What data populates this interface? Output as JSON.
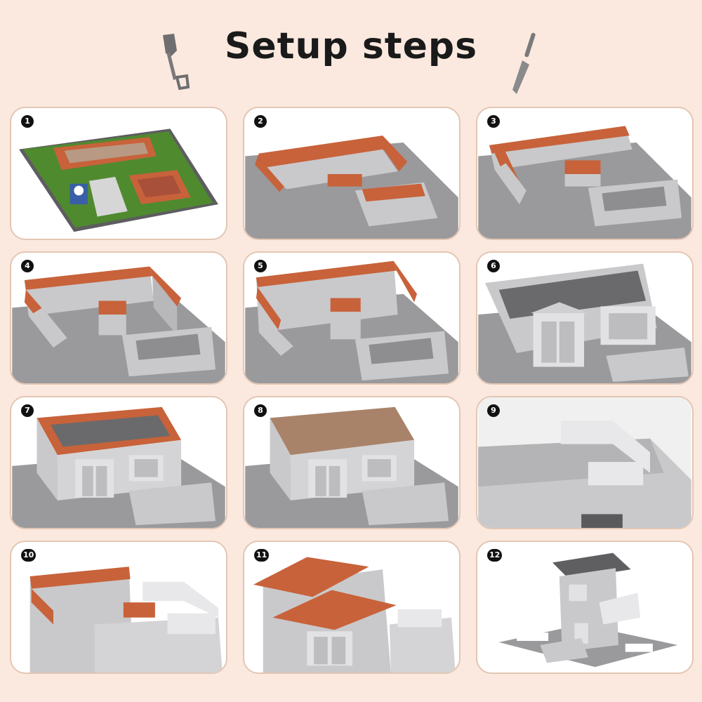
{
  "title": "Setup steps",
  "icons": {
    "left": "shovel-icon",
    "right": "trowel-icon"
  },
  "colors": {
    "background": "#fbe9df",
    "card_border": "#e3c6b4",
    "brick_orange": "#c8623a",
    "block_gray": "#c9c9cb",
    "base_gray": "#9a9a9c",
    "grass": "#4f8a2f",
    "wood": "#a8836a"
  },
  "steps": [
    {
      "number": "1"
    },
    {
      "number": "2"
    },
    {
      "number": "3"
    },
    {
      "number": "4"
    },
    {
      "number": "5"
    },
    {
      "number": "6"
    },
    {
      "number": "7"
    },
    {
      "number": "8"
    },
    {
      "number": "9"
    },
    {
      "number": "10"
    },
    {
      "number": "11"
    },
    {
      "number": "12"
    }
  ]
}
